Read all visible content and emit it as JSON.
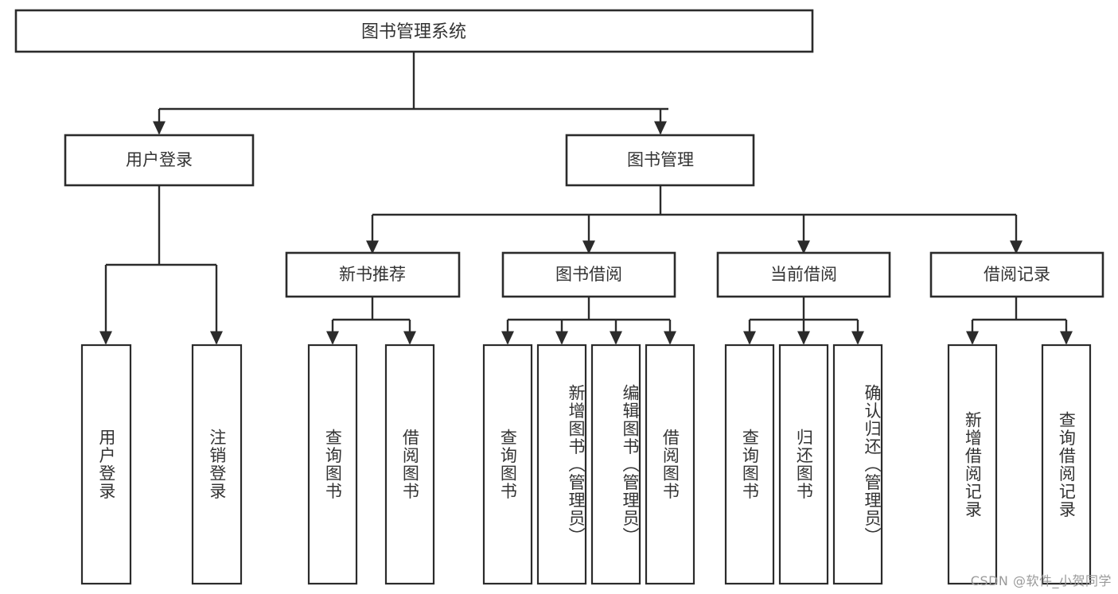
{
  "diagram": {
    "title": "图书管理系统",
    "watermark": "CSDN @软件_小贺同学",
    "colors": {
      "background": "#ffffff",
      "stroke": "#2b2b2b",
      "text": "#333333",
      "watermark": "#9a9a9a"
    },
    "root": {
      "label": "图书管理系统"
    },
    "level1": [
      {
        "label": "用户登录"
      },
      {
        "label": "图书管理"
      }
    ],
    "level2": [
      {
        "label": "新书推荐"
      },
      {
        "label": "图书借阅"
      },
      {
        "label": "当前借阅"
      },
      {
        "label": "借阅记录"
      }
    ],
    "leaves": {
      "user_login": [
        {
          "label": "用户登录"
        },
        {
          "label": "注销登录"
        }
      ],
      "new_book_recommend": [
        {
          "label": "查询图书"
        },
        {
          "label": "借阅图书"
        }
      ],
      "book_borrow": [
        {
          "label": "查询图书"
        },
        {
          "label": "新增图书（管理员）"
        },
        {
          "label": "编辑图书（管理员）"
        },
        {
          "label": "借阅图书"
        }
      ],
      "current_borrow": [
        {
          "label": "查询图书"
        },
        {
          "label": "归还图书"
        },
        {
          "label": "确认归还（管理员）"
        }
      ],
      "borrow_record": [
        {
          "label": "新增借阅记录"
        },
        {
          "label": "查询借阅记录"
        }
      ]
    }
  }
}
